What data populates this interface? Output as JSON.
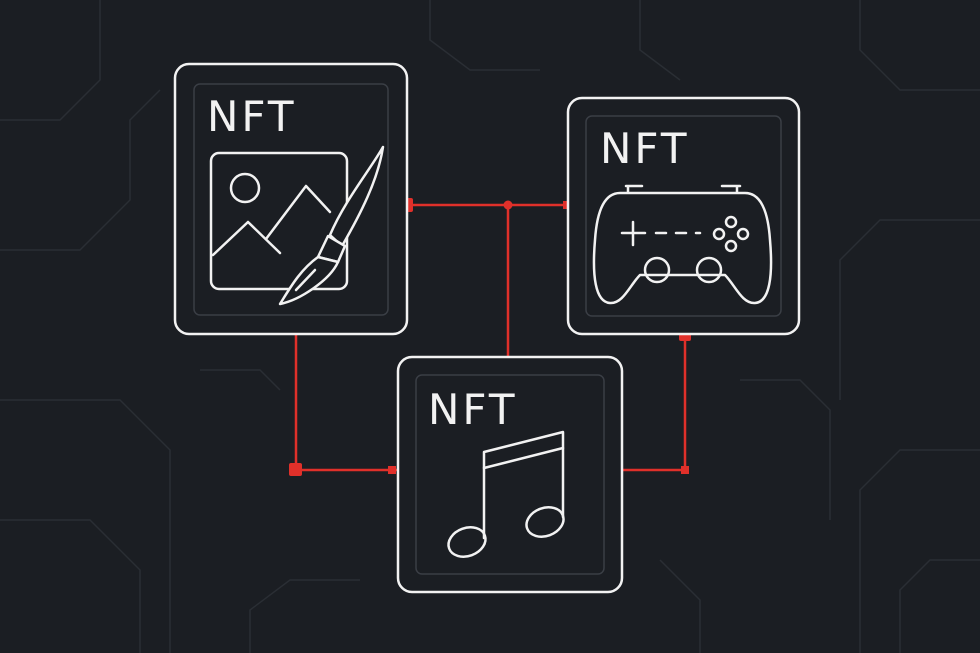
{
  "cards": [
    {
      "label": "NFT",
      "kind": "art",
      "icon": "image-paintbrush-icon"
    },
    {
      "label": "NFT",
      "kind": "game",
      "icon": "gamepad-icon"
    },
    {
      "label": "NFT",
      "kind": "music",
      "icon": "music-note-icon"
    }
  ],
  "colors": {
    "background": "#1b1e23",
    "outline": "#f2f2f2",
    "connector": "#e0302a",
    "circuit": "#2a2e34"
  }
}
